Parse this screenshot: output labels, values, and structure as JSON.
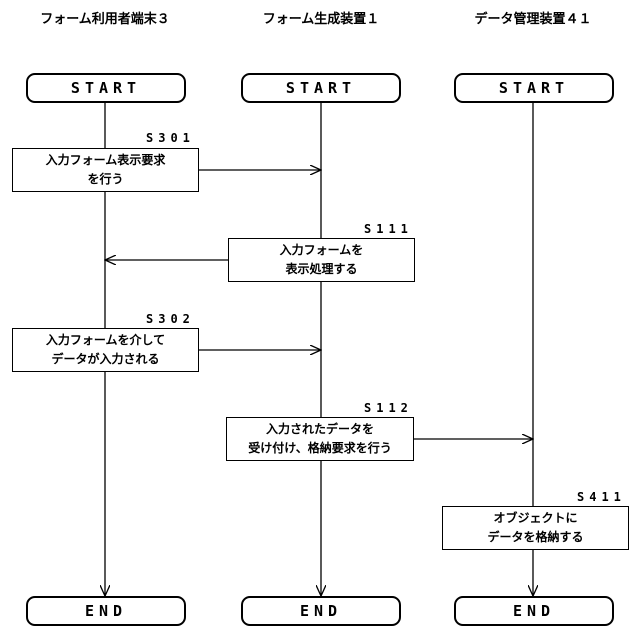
{
  "columns": [
    {
      "title": "フォーム利用者端末３"
    },
    {
      "title": "フォーム生成装置１"
    },
    {
      "title": "データ管理装置４１"
    }
  ],
  "start_label": "START",
  "end_label": "END",
  "steps": {
    "s301": {
      "id": "S301",
      "line1": "入力フォーム表示要求",
      "line2": "を行う"
    },
    "s111": {
      "id": "S111",
      "line1": "入力フォームを",
      "line2": "表示処理する"
    },
    "s302": {
      "id": "S302",
      "line1": "入力フォームを介して",
      "line2": "データが入力される"
    },
    "s112": {
      "id": "S112",
      "line1": "入力されたデータを",
      "line2": "受け付け、格納要求を行う"
    },
    "s411": {
      "id": "S411",
      "line1": "オブジェクトに",
      "line2": "データを格納する"
    }
  }
}
